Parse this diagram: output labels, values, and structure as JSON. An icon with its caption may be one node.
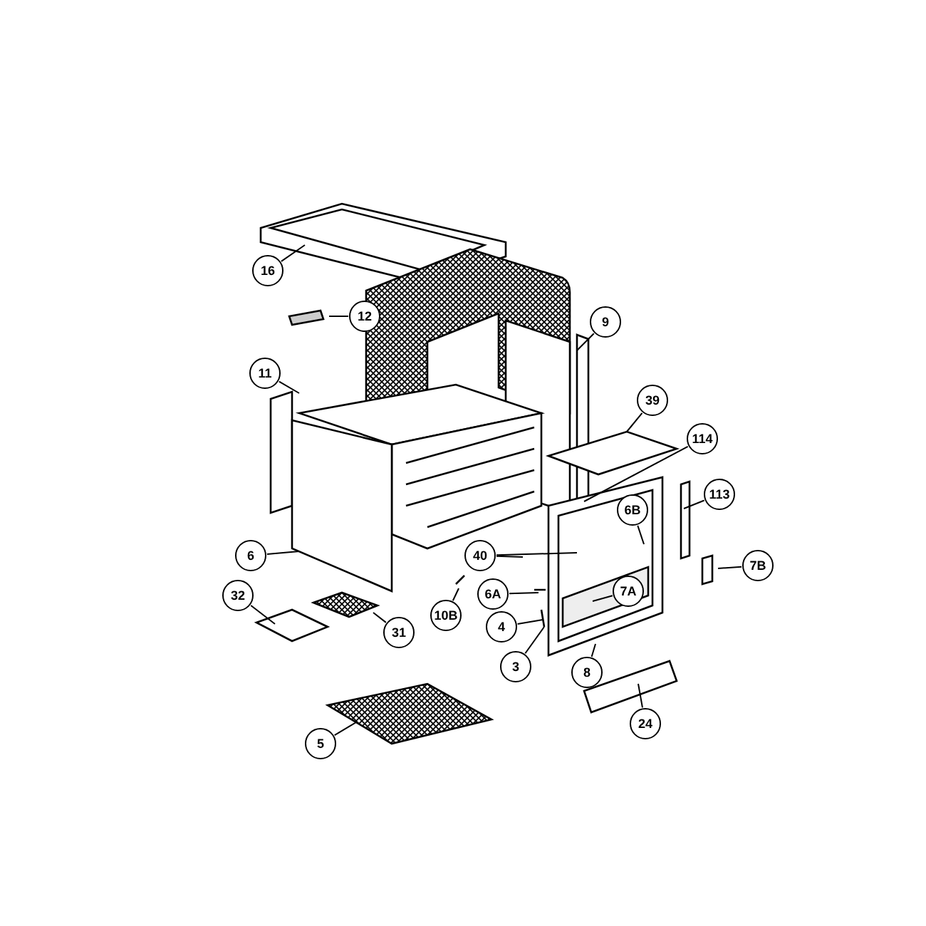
{
  "diagram": {
    "nodes": [
      {
        "text": [
          "16"
        ]
      },
      {
        "text": [
          "12"
        ]
      },
      {
        "text": [
          "11"
        ]
      },
      {
        "text": [
          "6"
        ]
      },
      {
        "text": [
          "9"
        ]
      },
      {
        "text": [
          "39"
        ]
      },
      {
        "text": [
          "114"
        ]
      },
      {
        "text": [
          "113"
        ]
      },
      {
        "text": [
          "6B"
        ]
      },
      {
        "text": [
          "40"
        ]
      },
      {
        "text": [
          "6A"
        ]
      },
      {
        "text": [
          "4"
        ]
      },
      {
        "text": [
          "3"
        ]
      },
      {
        "text": [
          "8"
        ]
      },
      {
        "text": [
          "7A"
        ]
      },
      {
        "text": [
          "7B"
        ]
      },
      {
        "text": [
          "24"
        ]
      },
      {
        "text": [
          "32"
        ]
      },
      {
        "text": [
          "31"
        ]
      },
      {
        "text": [
          "10B"
        ]
      },
      {
        "text": [
          "5"
        ]
      }
    ],
    "edges": [
      {
        "from": 0,
        "to": null,
        "arrow": "none"
      },
      {
        "from": 1,
        "to": null,
        "arrow": "none"
      },
      {
        "from": 2,
        "to": null,
        "arrow": "none"
      },
      {
        "from": 3,
        "to": null,
        "arrow": "none"
      },
      {
        "from": 4,
        "to": null,
        "arrow": "none"
      },
      {
        "from": 5,
        "to": null,
        "arrow": "none"
      },
      {
        "from": 6,
        "to": null,
        "arrow": "none"
      },
      {
        "from": 7,
        "to": null,
        "arrow": "none"
      },
      {
        "from": 8,
        "to": null,
        "arrow": "none"
      },
      {
        "from": 9,
        "to": null,
        "arrow": "none"
      },
      {
        "from": 9,
        "to": null,
        "arrow": "none"
      },
      {
        "from": 10,
        "to": null,
        "arrow": "none"
      },
      {
        "from": 11,
        "to": null,
        "arrow": "none"
      },
      {
        "from": 12,
        "to": null,
        "arrow": "none"
      },
      {
        "from": 13,
        "to": null,
        "arrow": "none"
      },
      {
        "from": 14,
        "to": null,
        "arrow": "none"
      },
      {
        "from": 15,
        "to": null,
        "arrow": "none"
      },
      {
        "from": 16,
        "to": null,
        "arrow": "none"
      },
      {
        "from": 17,
        "to": null,
        "arrow": "none"
      },
      {
        "from": 18,
        "to": null,
        "arrow": "none"
      },
      {
        "from": 19,
        "to": null,
        "arrow": "none"
      },
      {
        "from": 20,
        "to": null,
        "arrow": "none"
      }
    ]
  }
}
